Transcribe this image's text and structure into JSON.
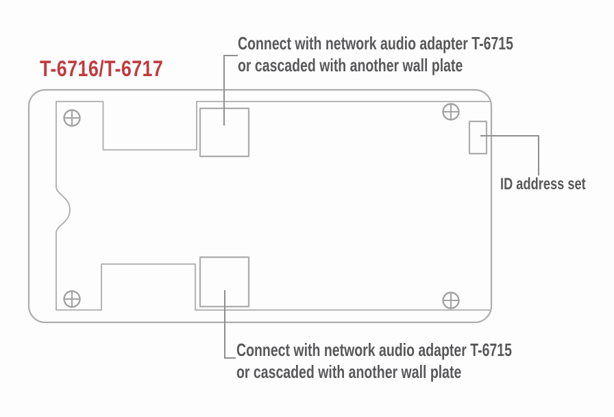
{
  "diagram": {
    "title": "T-6716/T-6717",
    "annotations": {
      "top": {
        "line1": "Connect with network audio adapter T-6715",
        "line2": "or cascaded with another wall plate"
      },
      "bottom": {
        "line1": "Connect with network audio adapter T-6715",
        "line2": "or cascaded with another wall plate"
      },
      "id_switch_label": "ID address set"
    },
    "colors": {
      "title": "#c13a3f",
      "annotation": "#58585a",
      "outline": "#acacac",
      "leader": "#8e8e8e",
      "screw": "#a2a2a2",
      "background": "#fdfdfd"
    }
  }
}
